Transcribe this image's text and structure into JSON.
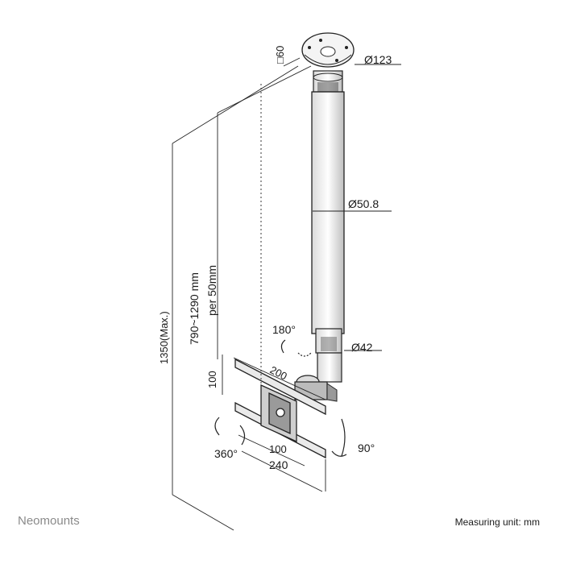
{
  "brand": "Neomounts",
  "footer": {
    "unit_label": "Measuring unit: mm"
  },
  "dimensions": {
    "top_square": "□60",
    "plate_diameter": "Ø123",
    "pole_diameter": "Ø50.8",
    "clamp_diameter": "Ø42",
    "total_height": "1350(Max.)",
    "height_range": "790~1290 mm",
    "height_step": "per 50mm",
    "rotation_top": "180°",
    "rotation_plate": "360°",
    "tilt": "90°",
    "vesa_width_max": "200",
    "vesa_height": "100",
    "vesa_width_min": "100",
    "bracket_width": "240"
  }
}
